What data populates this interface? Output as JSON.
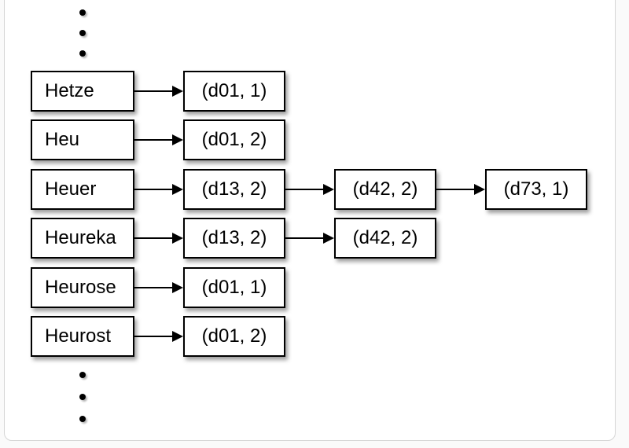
{
  "page": {
    "background_color": "#fafafa",
    "panel_background_color": "#ffffff",
    "panel_border_color": "#d5d5d5"
  },
  "diagram": {
    "description": "inverted index: term dictionary with linked posting-list boxes",
    "box_border_color": "#000000",
    "box_fill_color": "#ffffff",
    "text_color": "#000000",
    "ellipsis_top_dots": 3,
    "ellipsis_bottom_dots": 3,
    "rows": [
      {
        "term": "Hetze",
        "postings": [
          "(d01, 1)"
        ]
      },
      {
        "term": "Heu",
        "postings": [
          "(d01, 2)"
        ]
      },
      {
        "term": "Heuer",
        "postings": [
          "(d13, 2)",
          "(d42, 2)",
          "(d73, 1)"
        ]
      },
      {
        "term": "Heureka",
        "postings": [
          "(d13, 2)",
          "(d42, 2)"
        ]
      },
      {
        "term": "Heurose",
        "postings": [
          "(d01, 1)"
        ]
      },
      {
        "term": "Heurost",
        "postings": [
          "(d01, 2)"
        ]
      }
    ]
  }
}
